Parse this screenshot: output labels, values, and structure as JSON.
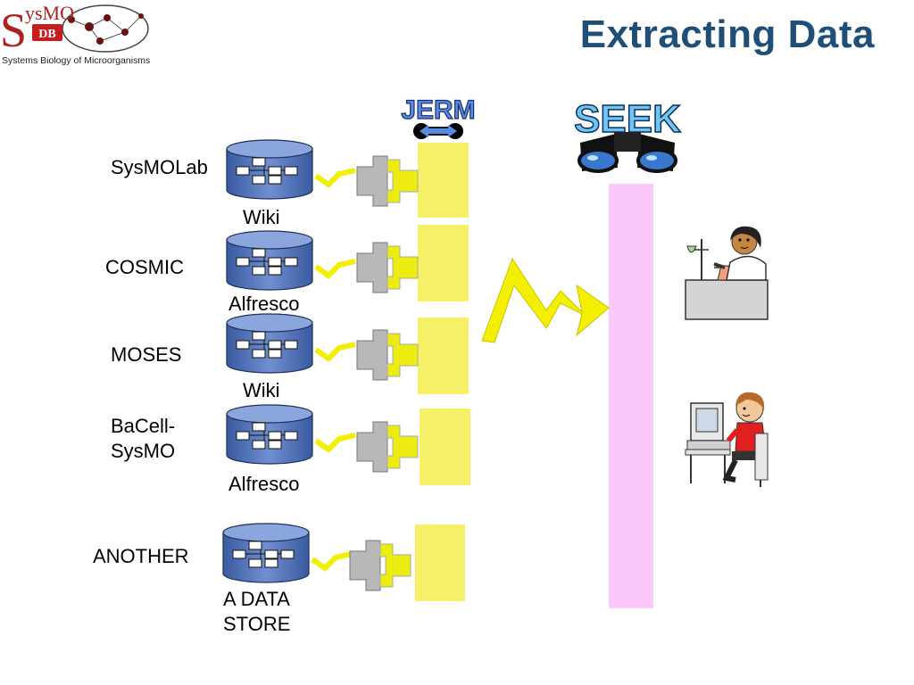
{
  "logo": {
    "name_part1": "S",
    "name_part2": "ysMO",
    "badge": "DB",
    "tagline": "Systems Biology of Microorganisms"
  },
  "title": "Extracting Data",
  "sources": [
    {
      "lab": "SysMOLab",
      "store": "Wiki"
    },
    {
      "lab": "COSMIC",
      "store": "Alfresco"
    },
    {
      "lab": "MOSES",
      "store": "Wiki"
    },
    {
      "lab": "BaCell-\nSysMO",
      "store": "Alfresco"
    },
    {
      "lab": "ANOTHER",
      "store": "A DATA\nSTORE"
    }
  ],
  "jerm_label": "JERM",
  "seek_label": "SEEK",
  "colors": {
    "title": "#1f4e79",
    "cylinder": "#4a6fb5",
    "adapter_yellow": "#f5f067",
    "seek_bar": "#fbc8fb",
    "bolt": "#f3ef00",
    "puzzle_grey": "#b8b8b8",
    "puzzle_yellow": "#ecec10"
  }
}
